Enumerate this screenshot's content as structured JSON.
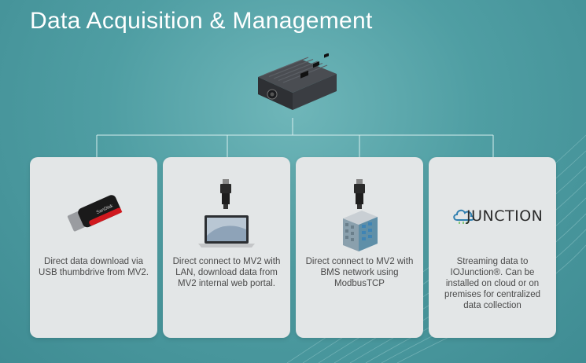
{
  "title": "Data Acquisition & Management",
  "cards": [
    {
      "desc": "Direct data download via USB thumbdrive from MV2.",
      "icon": "usb-drive-icon"
    },
    {
      "desc": "Direct connect to MV2 with LAN, download data from MV2 internal web portal.",
      "icon": "laptop-icon"
    },
    {
      "desc": "Direct connect to MV2 with BMS network using ModbusTCP",
      "icon": "building-icon"
    },
    {
      "desc": "Streaming data to IOJunction®. Can be installed on cloud or on premises for centralized data collection",
      "icon": "iojunction-logo"
    }
  ],
  "iojunction_logo_text": "JUNCTION",
  "usb_brand": "SanDisk",
  "colors": {
    "teal": "#4f9ea3",
    "card": "#e3e6e7",
    "usb_red": "#d0191f"
  }
}
